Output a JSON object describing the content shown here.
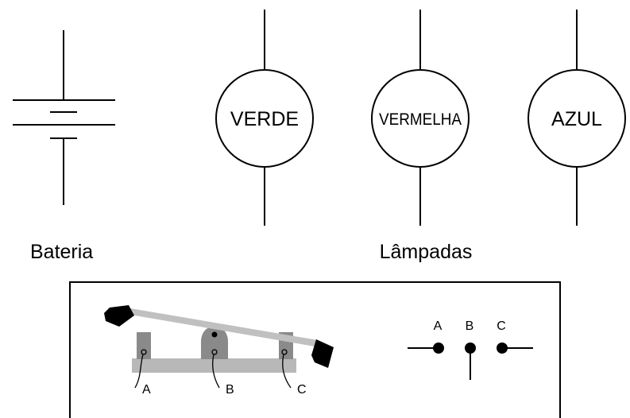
{
  "battery": {
    "label": "Bateria"
  },
  "lamps": {
    "group_label": "Lâmpadas",
    "items": [
      {
        "name": "VERDE"
      },
      {
        "name": "VERMELHA"
      },
      {
        "name": "AZUL"
      }
    ]
  },
  "switch": {
    "terminal_labels": [
      "A",
      "B",
      "C"
    ],
    "symbol_labels": [
      "A",
      "B",
      "C"
    ]
  }
}
